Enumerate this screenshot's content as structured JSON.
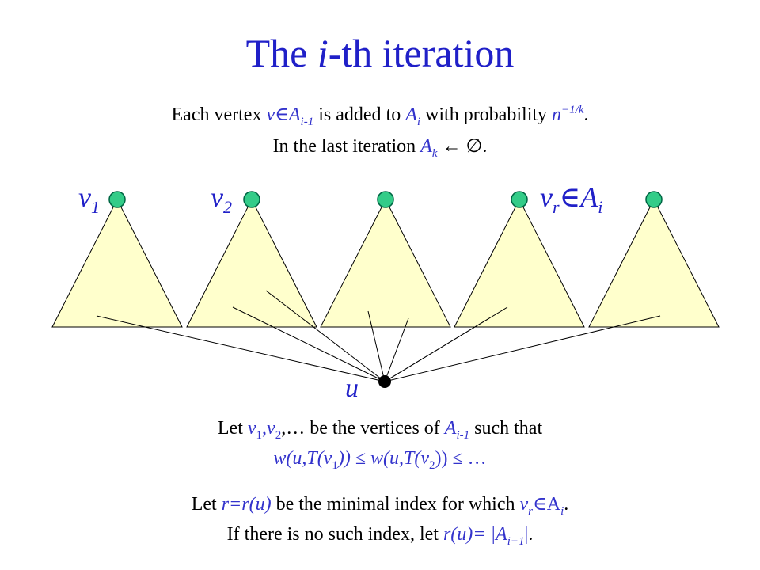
{
  "title": {
    "prefix": "The ",
    "italic": "i",
    "suffix": "-th iteration"
  },
  "intro": {
    "line1": {
      "t1": "Each vertex ",
      "v": "v",
      "in": "∈",
      "A": "A",
      "sub": "i-1",
      "t2": " is added to ",
      "A2": "A",
      "sub2": "i",
      "t3": " with probability ",
      "n": "n",
      "sup": "−1/k",
      "t4": "."
    },
    "line2": {
      "t1": "In the last iteration ",
      "A": "A",
      "sub": "k",
      "t2": " ← ∅."
    }
  },
  "vertex_labels": [
    {
      "v": "v",
      "sub": "1",
      "suffix": "",
      "suffix_sub": ""
    },
    {
      "v": "v",
      "sub": "2",
      "suffix": "",
      "suffix_sub": ""
    },
    {
      "v": "v",
      "sub": "r",
      "suffix": "∈A",
      "suffix_sub": "i"
    }
  ],
  "u_label": "u",
  "order": {
    "line1": {
      "t1": "Let ",
      "v1": "v",
      "s1": "1",
      "c1": ",",
      "v2": "v",
      "s2": "2",
      "t2": ",… be the vertices of ",
      "A": "A",
      "sA": "i-1",
      "t3": " such that"
    },
    "line2": {
      "w1": "w(u,T(v",
      "s1": "1",
      "w2": ")) ≤ w(u,T(v",
      "s2": "2",
      "w3": ")) ≤ …"
    }
  },
  "rdef": {
    "line1": {
      "t1": "Let ",
      "r": "r=r(u)",
      "t2": " be the minimal index for which ",
      "v": "v",
      "sv": "r",
      "in": "∈A",
      "sA": "i",
      "t3": "."
    },
    "line2": {
      "t1": "If there is no such index, let ",
      "r": "r(u)= |A",
      "sA": "i−1",
      "bar": "|",
      "t2": "."
    }
  },
  "colors": {
    "title": "#2020c8",
    "math": "#3333cc",
    "triangle_fill": "#ffffcc",
    "node_fill": "#33cc88",
    "node_stroke": "#006644",
    "edge": "#000000"
  }
}
